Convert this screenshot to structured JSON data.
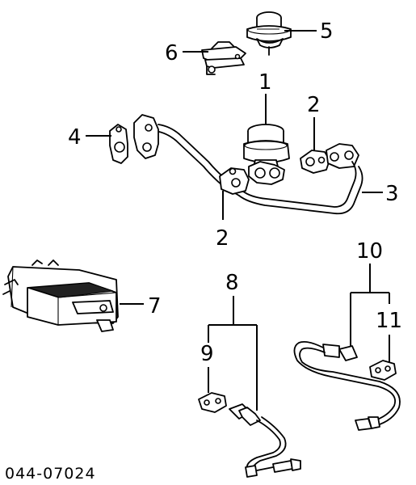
{
  "callouts": {
    "c1": "1",
    "c2_upper": "2",
    "c2_lower": "2",
    "c3": "3",
    "c4": "4",
    "c5": "5",
    "c6": "6",
    "c7": "7",
    "c8": "8",
    "c9": "9",
    "c10": "10",
    "c11": "11"
  },
  "diagram_code": "044-07024"
}
